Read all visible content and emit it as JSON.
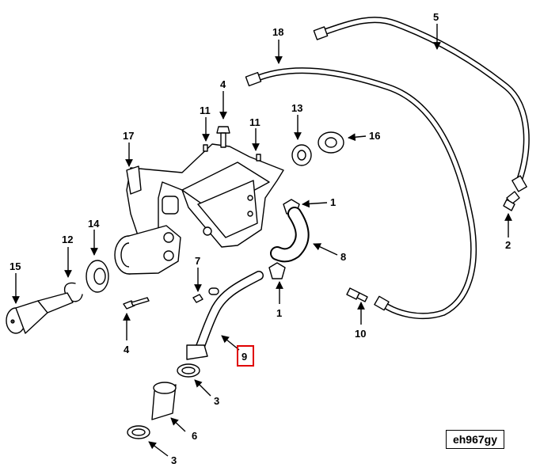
{
  "callouts": {
    "c1a": "1",
    "c1b": "1",
    "c2": "2",
    "c3a": "3",
    "c3b": "3",
    "c4a": "4",
    "c4b": "4",
    "c5": "5",
    "c6": "6",
    "c7": "7",
    "c8": "8",
    "c9": "9",
    "c10": "10",
    "c11a": "11",
    "c11b": "11",
    "c12": "12",
    "c13": "13",
    "c14": "14",
    "c15": "15",
    "c16": "16",
    "c17": "17",
    "c18": "18"
  },
  "highlight_color": "#e00000",
  "reference_code": "eh967gy"
}
